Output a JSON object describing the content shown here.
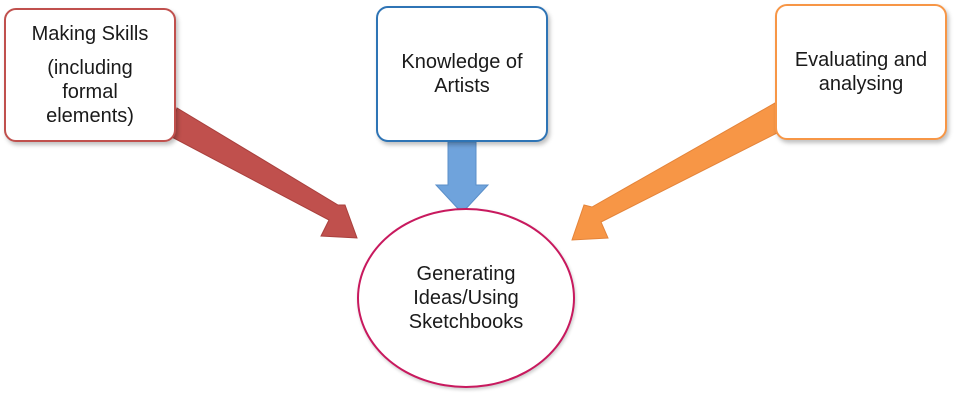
{
  "diagram": {
    "nodes": {
      "making_skills": {
        "line1": "Making Skills",
        "line2": "(including",
        "line3": "formal",
        "line4": "elements)"
      },
      "knowledge": {
        "line1": "Knowledge of",
        "line2": "Artists"
      },
      "evaluating": {
        "line1": "Evaluating and",
        "line2": "analysing"
      },
      "center": {
        "line1": "Generating",
        "line2": "Ideas/Using",
        "line3": "Sketchbooks"
      }
    },
    "colors": {
      "making_border": "#c0504d",
      "knowledge_border": "#2e74b5",
      "evaluating_border": "#f79646",
      "center_border": "#c8195e",
      "arrow_left": "#c0504d",
      "arrow_middle": "#6fa3dc",
      "arrow_right": "#f79646"
    },
    "edges": [
      {
        "from": "making_skills",
        "to": "center"
      },
      {
        "from": "knowledge",
        "to": "center"
      },
      {
        "from": "evaluating",
        "to": "center"
      }
    ]
  }
}
